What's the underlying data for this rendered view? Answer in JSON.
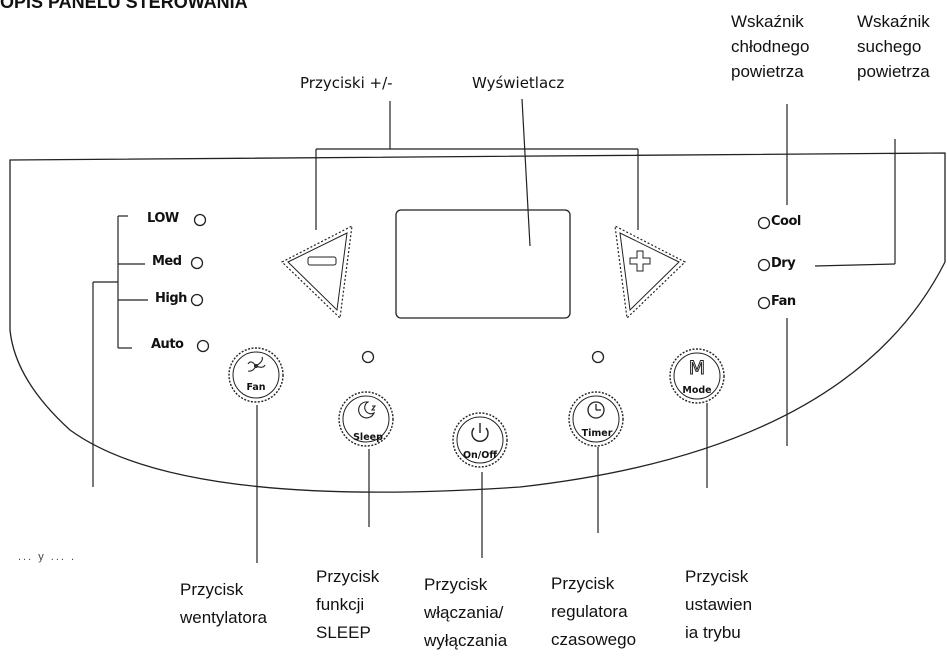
{
  "heading": "OPIS PANELU STEROWANIA",
  "speed_indicators": [
    "LOW",
    "Med",
    "High",
    "Auto"
  ],
  "mode_indicators": [
    "Cool",
    "Dry",
    "Fan"
  ],
  "buttons": {
    "fan": "Fan",
    "sleep": "Sleep",
    "onoff": "On/Off",
    "timer": "Timer",
    "mode": "Mode",
    "mode_glyph": "M"
  },
  "callouts": {
    "plus_minus": "Przyciski +/-",
    "display": "Wyświetlacz",
    "cool_indicator": [
      "Wskaźnik",
      "chłodnego",
      "powietrza"
    ],
    "dry_indicator": [
      "Wskaźnik",
      "suchego",
      "powietrza"
    ],
    "fan_button": [
      "Przycisk",
      "wentylatora"
    ],
    "sleep_button": [
      "Przycisk",
      "funkcji",
      "SLEEP"
    ],
    "onoff_button": [
      "Przycisk",
      "włączania/",
      "wyłączania"
    ],
    "timer_button": [
      "Przycisk",
      "regulatora",
      "czasowego"
    ],
    "mode_button": [
      "Przycisk",
      "ustawien",
      "ia trybu"
    ],
    "speed_indicators_partial": "... y ... ."
  }
}
